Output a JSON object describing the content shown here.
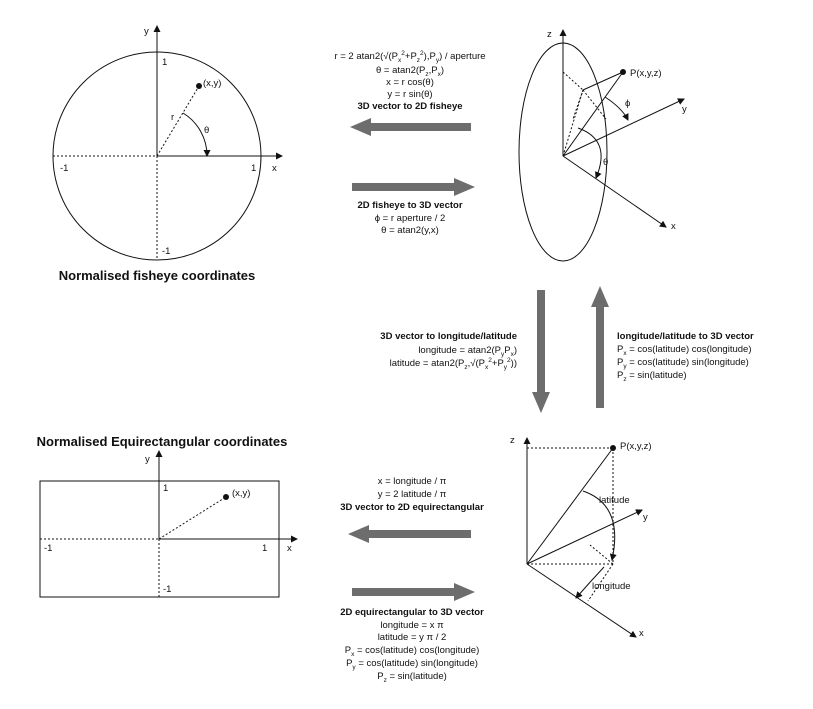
{
  "fisheye": {
    "title": "Normalised fisheye coordinates",
    "axis_y": "y",
    "axis_x": "x",
    "tick_y_pos": "1",
    "tick_y_neg": "-1",
    "tick_x_pos": "1",
    "tick_x_neg": "-1",
    "point_label": "(x,y)",
    "r_label": "r",
    "theta_label": "θ"
  },
  "to_fisheye": {
    "eq1": "r = 2 atan2(√(P",
    "eq1_tail": ") / aperture",
    "eq2": "θ = atan2(P",
    "eq3": "x = r cos(θ)",
    "eq4": "y = r sin(θ)",
    "heading": "3D vector to 2D fisheye"
  },
  "from_fisheye": {
    "heading": "2D fisheye to 3D vector",
    "eq1": "ϕ = r aperture / 2",
    "eq2": "θ = atan2(y,x)"
  },
  "vector3d_top": {
    "axis_z": "z",
    "axis_y": "y",
    "axis_x": "x",
    "point_label": "P(x,y,z)",
    "phi_label": "ϕ",
    "theta_label": "θ"
  },
  "to_lonlat": {
    "heading": "3D vector to longitude/latitude",
    "eq1": "longitude = atan2(P",
    "eq2": "latitude = atan2(P"
  },
  "from_lonlat": {
    "heading": "longitude/latitude to 3D vector",
    "eq1": "= cos(latitude) cos(longitude)",
    "eq2": "= cos(latitude) sin(longitude)",
    "eq3": "= sin(latitude)"
  },
  "equirect": {
    "title": "Normalised Equirectangular coordinates",
    "axis_y": "y",
    "axis_x": "x",
    "tick_y_pos": "1",
    "tick_y_neg": "-1",
    "tick_x_pos": "1",
    "tick_x_neg": "-1",
    "point_label": "(x,y)"
  },
  "to_equirect": {
    "eq1": "x = longitude / π",
    "eq2": "y = 2 latitude / π",
    "heading": "3D vector to 2D equirectangular"
  },
  "from_equirect": {
    "heading": "2D equirectangular to 3D vector",
    "eq1": "longitude = x π",
    "eq2": "latitude = y π / 2",
    "eq3": "= cos(latitude) cos(longitude)",
    "eq4": "= cos(latitude) sin(longitude)",
    "eq5": "= sin(latitude)"
  },
  "vector3d_bottom": {
    "axis_z": "z",
    "axis_y": "y",
    "axis_x": "x",
    "point_label": "P(x,y,z)",
    "latitude_label": "latitude",
    "longitude_label": "longitude"
  },
  "symbols": {
    "P": "P",
    "sub_x": "x",
    "sub_y": "y",
    "sub_z": "z",
    "sup_2": "2"
  },
  "colors": {
    "arrow": "#6d6d6d",
    "line": "#111111"
  }
}
